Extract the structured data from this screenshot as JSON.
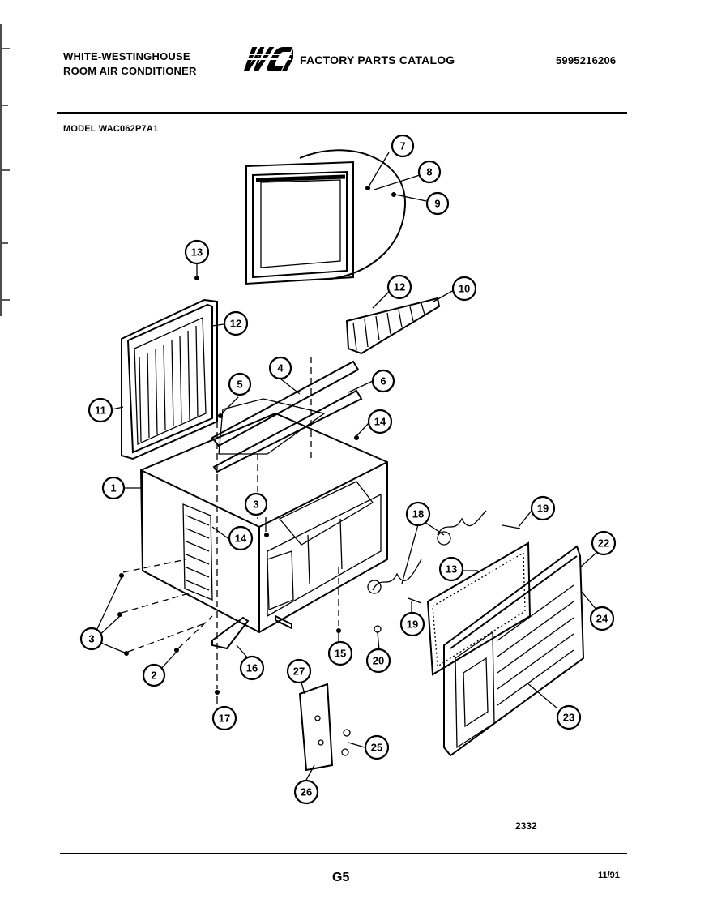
{
  "header": {
    "brand_line1": "WHITE-WESTINGHOUSE",
    "brand_line2": "ROOM AIR CONDITIONER",
    "logo_text": "WCI",
    "catalog_title": "FACTORY PARTS CATALOG",
    "part_number": "5995216206"
  },
  "model_label": "MODEL WAC062P7A1",
  "callouts": [
    {
      "label": "1"
    },
    {
      "label": "2"
    },
    {
      "label": "3"
    },
    {
      "label": "3"
    },
    {
      "label": "4"
    },
    {
      "label": "5"
    },
    {
      "label": "6"
    },
    {
      "label": "7"
    },
    {
      "label": "8"
    },
    {
      "label": "9"
    },
    {
      "label": "10"
    },
    {
      "label": "11"
    },
    {
      "label": "12"
    },
    {
      "label": "12"
    },
    {
      "label": "13"
    },
    {
      "label": "13"
    },
    {
      "label": "14"
    },
    {
      "label": "14"
    },
    {
      "label": "15"
    },
    {
      "label": "16"
    },
    {
      "label": "17"
    },
    {
      "label": "18"
    },
    {
      "label": "19"
    },
    {
      "label": "19"
    },
    {
      "label": "20"
    },
    {
      "label": "22"
    },
    {
      "label": "23"
    },
    {
      "label": "24"
    },
    {
      "label": "25"
    },
    {
      "label": "26"
    },
    {
      "label": "27"
    }
  ],
  "footer": {
    "drawing_code": "2332",
    "page_number": "G5",
    "date": "11/91"
  }
}
